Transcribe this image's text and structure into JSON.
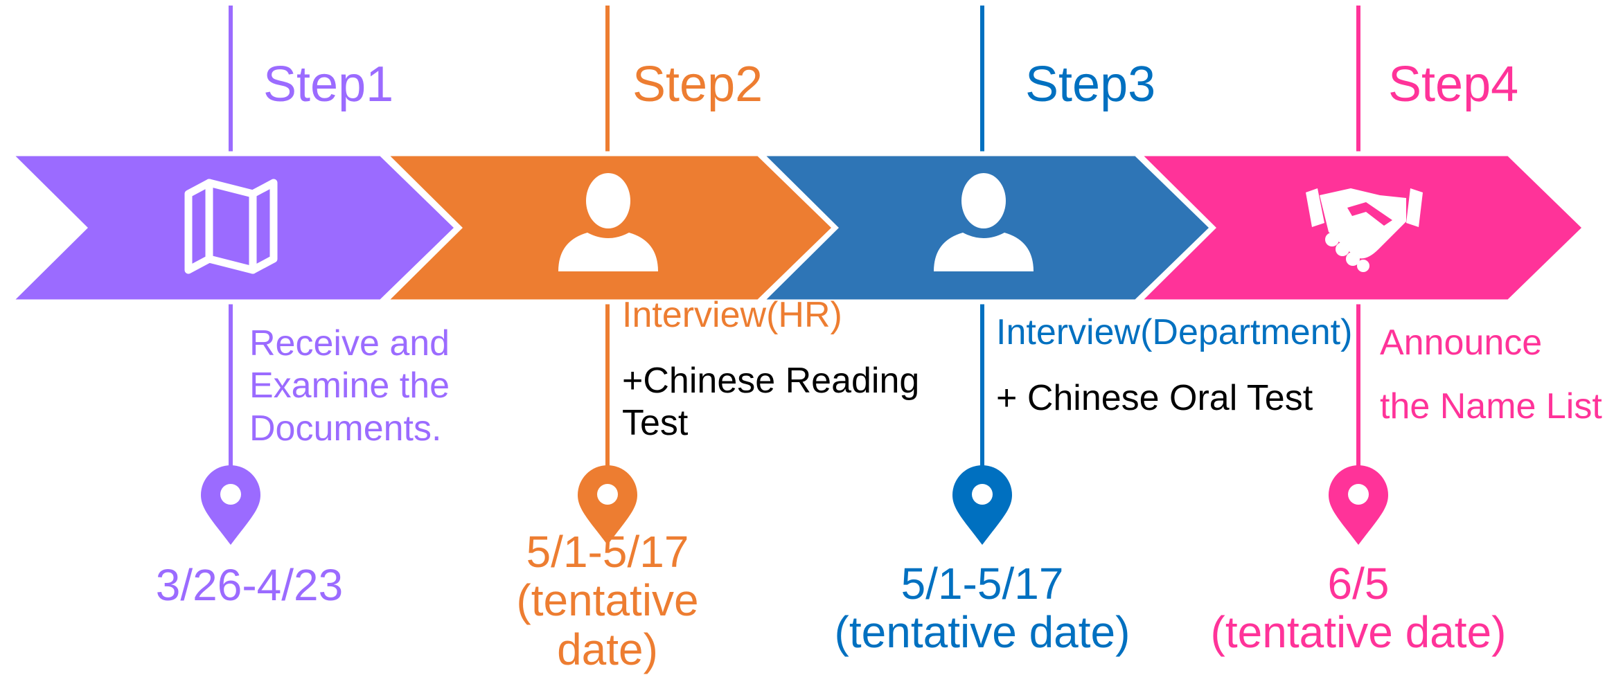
{
  "colors": {
    "step1": "#9b6bff",
    "step2": "#ed7d31",
    "step3": "#2e75b6",
    "step3_accent": "#0070c0",
    "step4": "#ff3399",
    "note_text": "#000000"
  },
  "steps": [
    {
      "title": "Step1",
      "icon": "map-icon",
      "description": [
        "Receive and",
        "Examine the",
        "Documents."
      ],
      "note": [],
      "date": [
        "3/26-4/23"
      ]
    },
    {
      "title": "Step2",
      "icon": "person-icon",
      "description": [
        "Interview(HR)"
      ],
      "note": [
        "+Chinese Reading",
        "Test"
      ],
      "date": [
        "5/1-5/17",
        "(tentative",
        "date)"
      ]
    },
    {
      "title": "Step3",
      "icon": "person-icon",
      "description": [
        "Interview(Department)"
      ],
      "note": [
        "+ Chinese Oral Test"
      ],
      "date": [
        "5/1-5/17",
        "(tentative date)"
      ]
    },
    {
      "title": "Step4",
      "icon": "handshake-icon",
      "description": [
        "Announce",
        "the Name List"
      ],
      "note": [],
      "date": [
        "6/5",
        "(tentative date)"
      ]
    }
  ]
}
